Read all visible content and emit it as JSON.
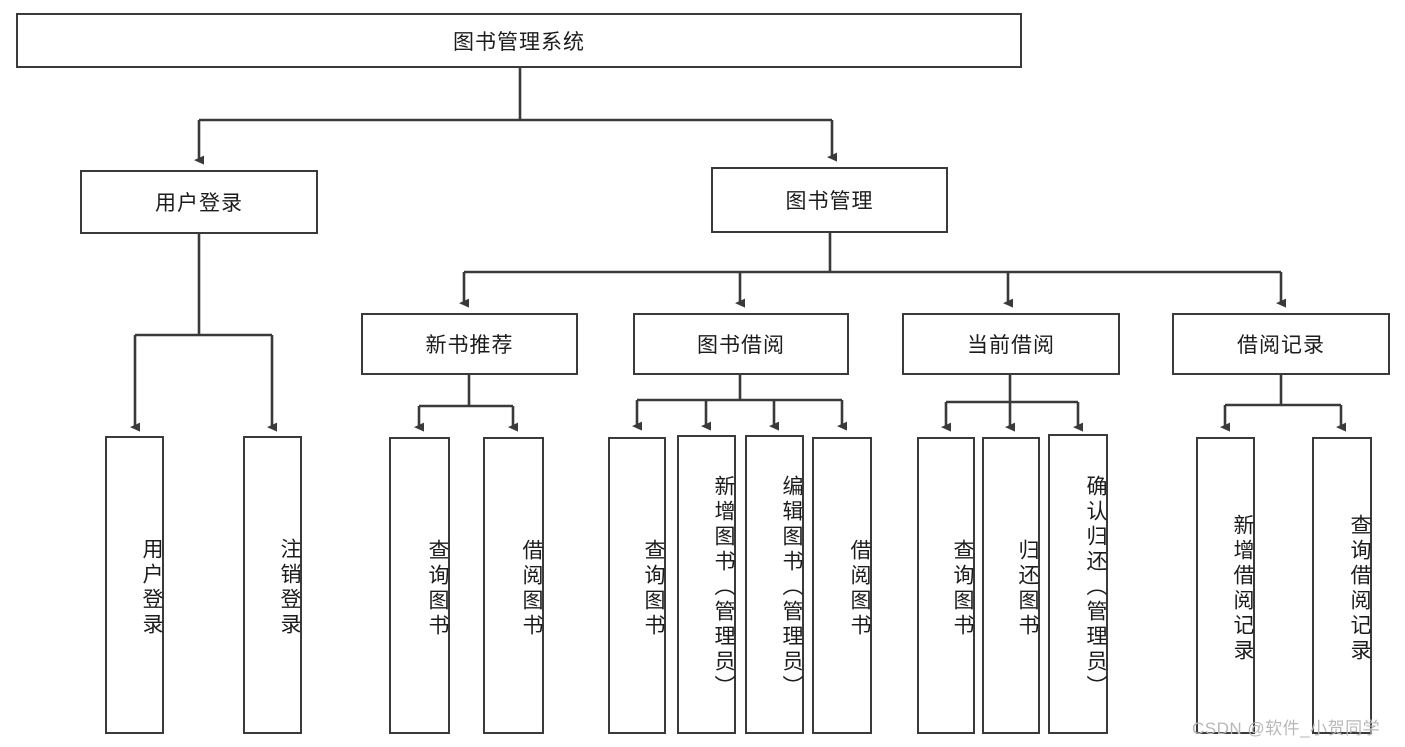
{
  "diagram": {
    "type": "tree",
    "title": "图书管理系统",
    "root": {
      "id": "root",
      "label": "图书管理系统"
    },
    "level2": [
      {
        "id": "user-login",
        "label": "用户登录"
      },
      {
        "id": "book-manage",
        "label": "图书管理"
      }
    ],
    "level3": [
      {
        "id": "new-book-recommend",
        "label": "新书推荐",
        "parent": "book-manage"
      },
      {
        "id": "book-borrow",
        "label": "图书借阅",
        "parent": "book-manage"
      },
      {
        "id": "current-borrow",
        "label": "当前借阅",
        "parent": "book-manage"
      },
      {
        "id": "borrow-record",
        "label": "借阅记录",
        "parent": "book-manage"
      }
    ],
    "leaves": [
      {
        "id": "leaf-user-login",
        "label": "用户登录",
        "parent": "user-login"
      },
      {
        "id": "leaf-logout",
        "label": "注销登录",
        "parent": "user-login"
      },
      {
        "id": "leaf-query-book-1",
        "label": "查询图书",
        "parent": "new-book-recommend"
      },
      {
        "id": "leaf-borrow-book-1",
        "label": "借阅图书",
        "parent": "new-book-recommend"
      },
      {
        "id": "leaf-query-book-2",
        "label": "查询图书",
        "parent": "book-borrow"
      },
      {
        "id": "leaf-add-book",
        "label": "新增图书（管理员）",
        "parent": "book-borrow"
      },
      {
        "id": "leaf-edit-book",
        "label": "编辑图书（管理员）",
        "parent": "book-borrow"
      },
      {
        "id": "leaf-borrow-book-2",
        "label": "借阅图书",
        "parent": "book-borrow"
      },
      {
        "id": "leaf-query-book-3",
        "label": "查询图书",
        "parent": "current-borrow"
      },
      {
        "id": "leaf-return-book",
        "label": "归还图书",
        "parent": "current-borrow"
      },
      {
        "id": "leaf-confirm-return",
        "label": "确认归还（管理员）",
        "parent": "current-borrow"
      },
      {
        "id": "leaf-add-record",
        "label": "新增借阅记录",
        "parent": "borrow-record"
      },
      {
        "id": "leaf-query-record",
        "label": "查询借阅记录",
        "parent": "borrow-record"
      }
    ],
    "colors": {
      "stroke": "#3a3a3a",
      "fill": "#ffffff",
      "text": "#1c1c1c",
      "watermark": "#b8b8b8"
    }
  },
  "watermark": {
    "text": "CSDN @软件_小贺同学"
  }
}
